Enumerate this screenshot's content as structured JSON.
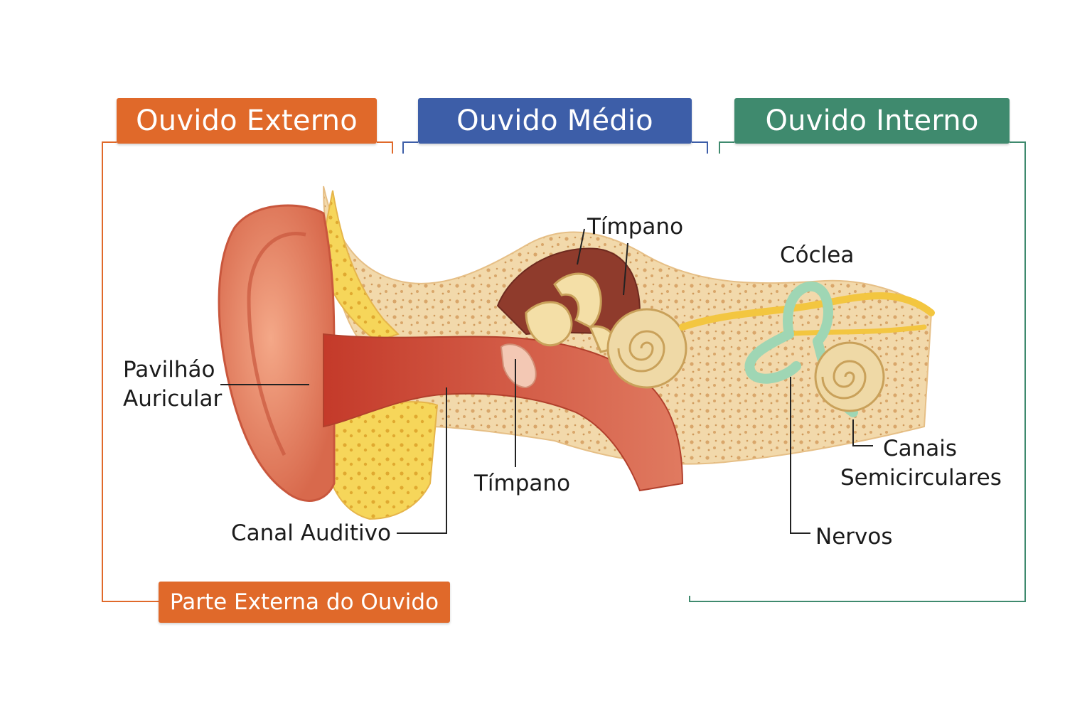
{
  "headers": {
    "external": "Ouvido Externo",
    "middle": "Ouvido Médio",
    "internal": "Ouvido Interno"
  },
  "labels": {
    "pinna_line1": "Pavilháo",
    "pinna_line2": "Auricular",
    "canal": "Canal Auditivo",
    "eardrum_top": "Tímpano",
    "eardrum_bottom": "Tímpano",
    "cochlea": "Cóclea",
    "semicircular_line1": "Canais",
    "semicircular_line2": "Semicirculares",
    "nerves": "Nervos"
  },
  "footer": {
    "external_part": "Parte Externa do Ouvido"
  },
  "colors": {
    "external": "#e0692a",
    "middle": "#3d5ea8",
    "internal": "#3f8a6e",
    "bone": "#f2d7a8",
    "flesh": "#e7866a",
    "canal": "#c9452f",
    "cochlea": "#ecd49a",
    "semicircular": "#9fd6b4"
  }
}
